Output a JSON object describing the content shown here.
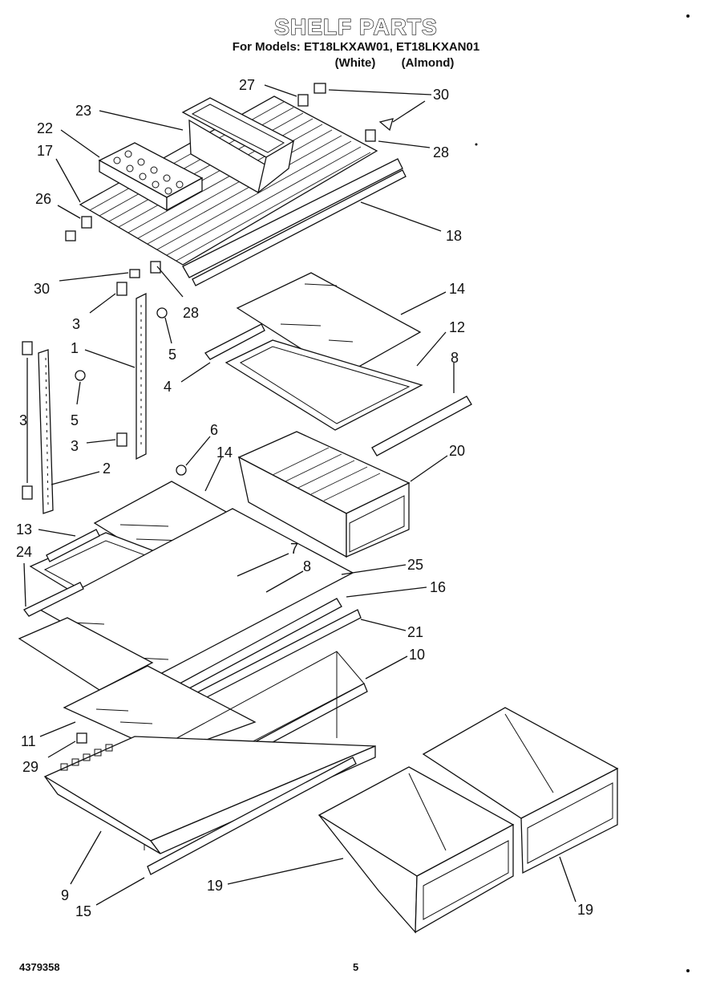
{
  "header": {
    "title": "SHELF PARTS",
    "models": "For Models: ET18LKXAW01, ET18LKXAN01",
    "color_white": "(White)",
    "color_almond": "(Almond)"
  },
  "footer": {
    "doc_number": "4379358",
    "page_number": "5"
  },
  "callouts": [
    {
      "id": "c27a",
      "label": "27"
    },
    {
      "id": "c30a",
      "label": "30"
    },
    {
      "id": "c23",
      "label": "23"
    },
    {
      "id": "c22",
      "label": "22"
    },
    {
      "id": "c17",
      "label": "17"
    },
    {
      "id": "c28a",
      "label": "28"
    },
    {
      "id": "c26",
      "label": "26"
    },
    {
      "id": "c18",
      "label": "18"
    },
    {
      "id": "c30b",
      "label": "30"
    },
    {
      "id": "c28b",
      "label": "28"
    },
    {
      "id": "c14a",
      "label": "14"
    },
    {
      "id": "c3a",
      "label": "3"
    },
    {
      "id": "c12",
      "label": "12"
    },
    {
      "id": "c1",
      "label": "1"
    },
    {
      "id": "c5a",
      "label": "5"
    },
    {
      "id": "c8a",
      "label": "8"
    },
    {
      "id": "c4",
      "label": "4"
    },
    {
      "id": "c3b",
      "label": "3"
    },
    {
      "id": "c5b",
      "label": "5"
    },
    {
      "id": "c6",
      "label": "6"
    },
    {
      "id": "c14b",
      "label": "14"
    },
    {
      "id": "c20",
      "label": "20"
    },
    {
      "id": "c3c",
      "label": "3"
    },
    {
      "id": "c2",
      "label": "2"
    },
    {
      "id": "c13",
      "label": "13"
    },
    {
      "id": "c7",
      "label": "7"
    },
    {
      "id": "c24",
      "label": "24"
    },
    {
      "id": "c25",
      "label": "25"
    },
    {
      "id": "c8b",
      "label": "8"
    },
    {
      "id": "c16",
      "label": "16"
    },
    {
      "id": "c21",
      "label": "21"
    },
    {
      "id": "c10",
      "label": "10"
    },
    {
      "id": "c11",
      "label": "11"
    },
    {
      "id": "c29",
      "label": "29"
    },
    {
      "id": "c9",
      "label": "9"
    },
    {
      "id": "c19a",
      "label": "19"
    },
    {
      "id": "c15",
      "label": "15"
    },
    {
      "id": "c19b",
      "label": "19"
    }
  ]
}
